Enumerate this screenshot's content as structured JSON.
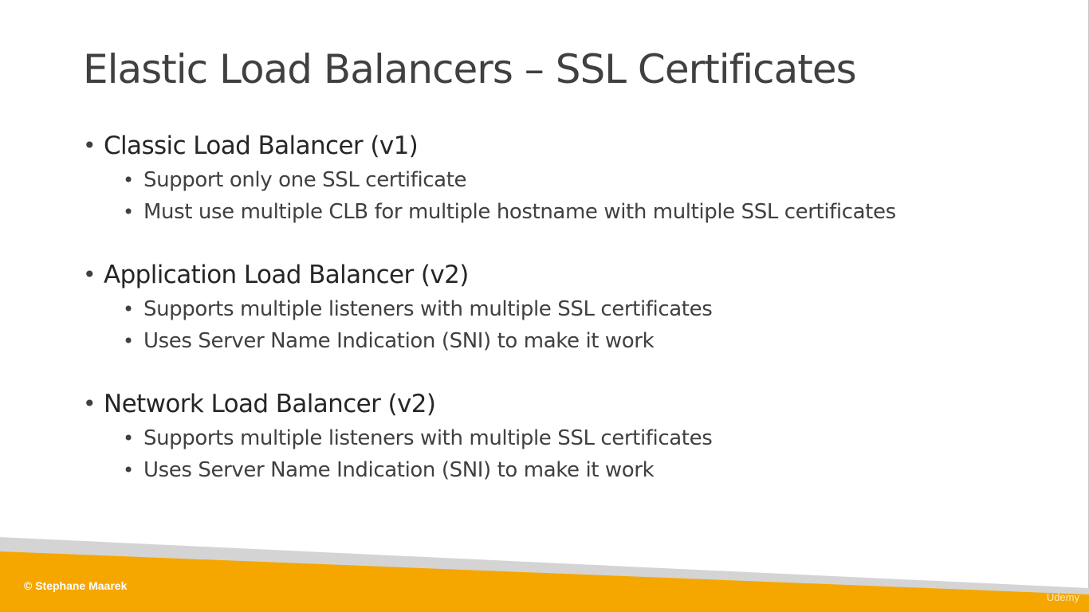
{
  "slide": {
    "title": "Elastic Load Balancers – SSL Certificates",
    "sections": [
      {
        "heading": "Classic Load Balancer (v1)",
        "items": [
          "Support only one SSL certificate",
          "Must use multiple CLB for multiple hostname with multiple SSL certificates"
        ]
      },
      {
        "heading": "Application Load Balancer (v2)",
        "items": [
          "Supports multiple listeners with multiple SSL certificates",
          "Uses Server Name Indication (SNI) to make it work"
        ]
      },
      {
        "heading": "Network Load Balancer (v2)",
        "items": [
          "Supports multiple listeners with multiple SSL certificates",
          "Uses Server Name Indication (SNI) to make it work"
        ]
      }
    ]
  },
  "footer": {
    "copyright": "© Stephane Maarek",
    "watermark": "Udemy",
    "accent_color": "#f5a700",
    "stripe_color": "#d4d4d4"
  }
}
